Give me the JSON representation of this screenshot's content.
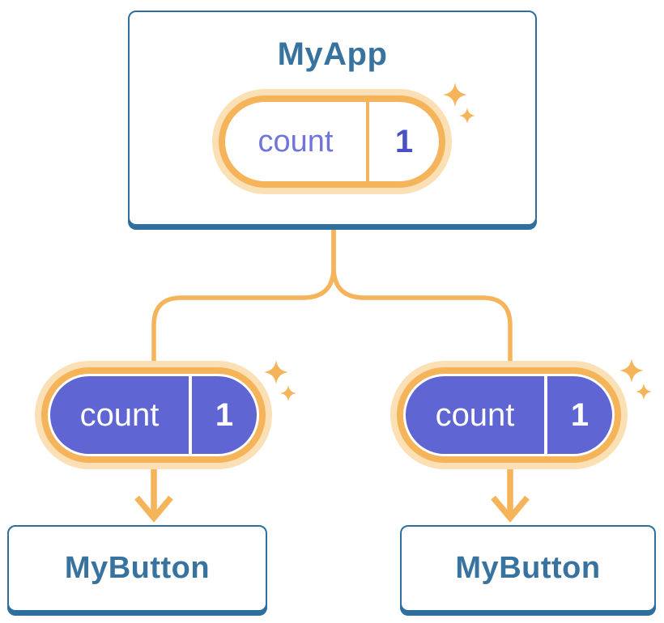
{
  "colors": {
    "blue_border": "#2E6F9E",
    "blue_text": "#38739F",
    "orange": "#F5B459",
    "orange_halo": "#FBE0B6",
    "purple": "#5F66D4",
    "purple_light": "#6F75DC",
    "purple_dark": "#4A51C7",
    "white": "#FFFFFF",
    "background": "#FFFFFF"
  },
  "root": {
    "title": "MyApp",
    "state": {
      "label": "count",
      "value": "1"
    }
  },
  "children": [
    {
      "title": "MyButton",
      "prop": {
        "label": "count",
        "value": "1"
      }
    },
    {
      "title": "MyButton",
      "prop": {
        "label": "count",
        "value": "1"
      }
    }
  ]
}
